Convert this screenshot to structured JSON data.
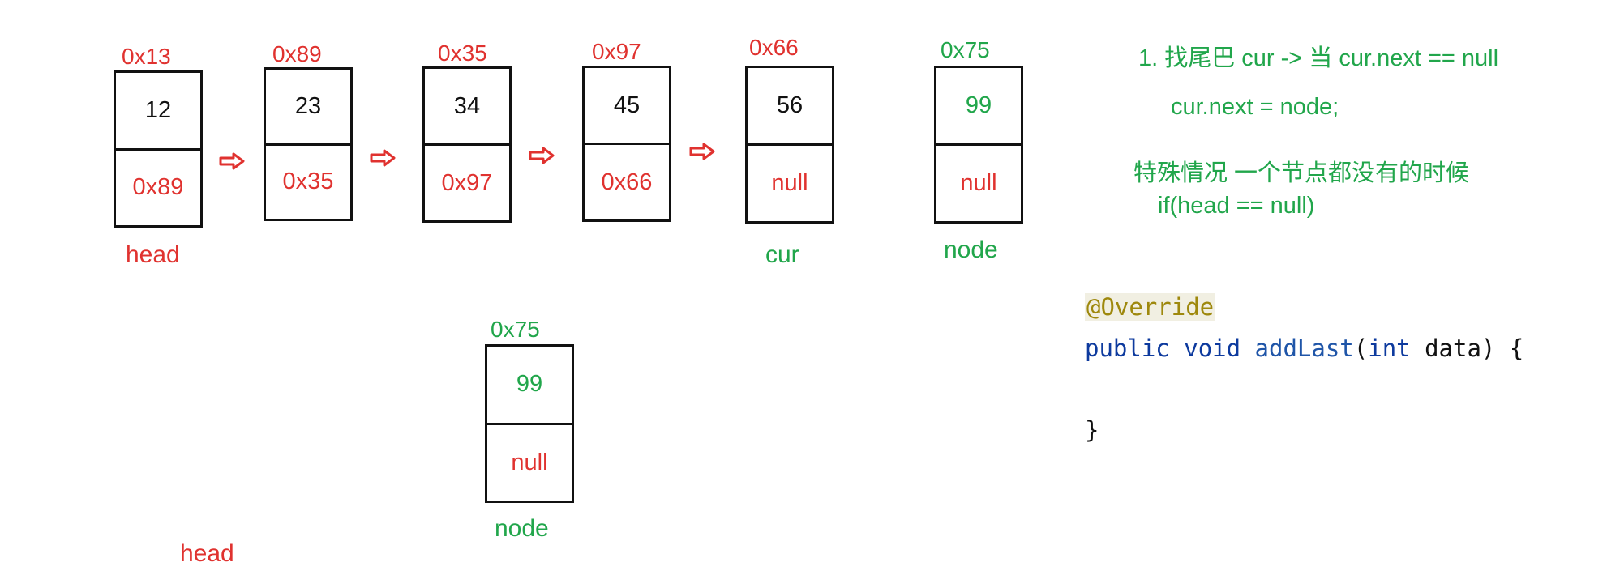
{
  "nodes": [
    {
      "addr": "0x13",
      "value": "12",
      "next": "0x89",
      "label": "head",
      "addr_color": "#e0322f",
      "value_color": "#111111",
      "next_color": "#e0322f",
      "label_color": "#e0322f"
    },
    {
      "addr": "0x89",
      "value": "23",
      "next": "0x35",
      "label": "",
      "addr_color": "#e0322f",
      "value_color": "#111111",
      "next_color": "#e0322f"
    },
    {
      "addr": "0x35",
      "value": "34",
      "next": "0x97",
      "label": "",
      "addr_color": "#e0322f",
      "value_color": "#111111",
      "next_color": "#e0322f"
    },
    {
      "addr": "0x97",
      "value": "45",
      "next": "0x66",
      "label": "",
      "addr_color": "#e0322f",
      "value_color": "#111111",
      "next_color": "#e0322f"
    },
    {
      "addr": "0x66",
      "value": "56",
      "next": "null",
      "label": "cur",
      "addr_color": "#e0322f",
      "value_color": "#111111",
      "next_color": "#e0322f",
      "label_color": "#21a64b"
    },
    {
      "addr": "0x75",
      "value": "99",
      "next": "null",
      "label": "node",
      "addr_color": "#21a64b",
      "value_color": "#21a64b",
      "next_color": "#e0322f",
      "label_color": "#21a64b"
    }
  ],
  "lower_node": {
    "addr": "0x75",
    "value": "99",
    "next": "null",
    "label": "node"
  },
  "lower_head_label": "head",
  "notes": {
    "step1": "1. 找尾巴   cur  -> 当 cur.next == null",
    "assign": "cur.next = node;",
    "special": "特殊情况  一个节点都没有的时候",
    "condition": "if(head == null)"
  },
  "code": {
    "annotation": "@Override",
    "kw_public": "public",
    "kw_void": "void",
    "method": "addLast",
    "paren_open": "(",
    "kw_int": "int",
    "param": " data) {",
    "close_brace": "}"
  },
  "colors": {
    "red": "#e0322f",
    "green": "#21a64b",
    "black": "#111111"
  }
}
